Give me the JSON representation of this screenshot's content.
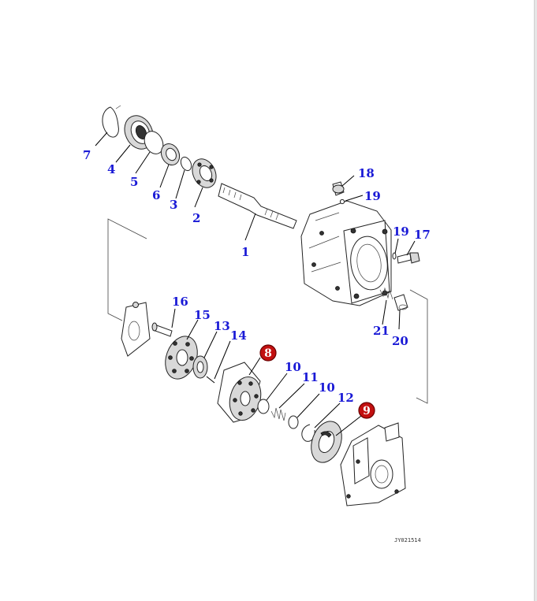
{
  "figure_id": "JY021514",
  "callouts": {
    "c1": "1",
    "c2": "2",
    "c3": "3",
    "c4": "4",
    "c5": "5",
    "c6": "6",
    "c7": "7",
    "c8": "8",
    "c9": "9",
    "c10a": "10",
    "c10b": "10",
    "c11": "11",
    "c12": "12",
    "c13": "13",
    "c14": "14",
    "c15": "15",
    "c16": "16",
    "c17": "17",
    "c18": "18",
    "c19a": "19",
    "c19b": "19",
    "c20": "20",
    "c21": "21"
  },
  "colors": {
    "callout": "#1a1ad6",
    "highlight": "#c21010"
  }
}
